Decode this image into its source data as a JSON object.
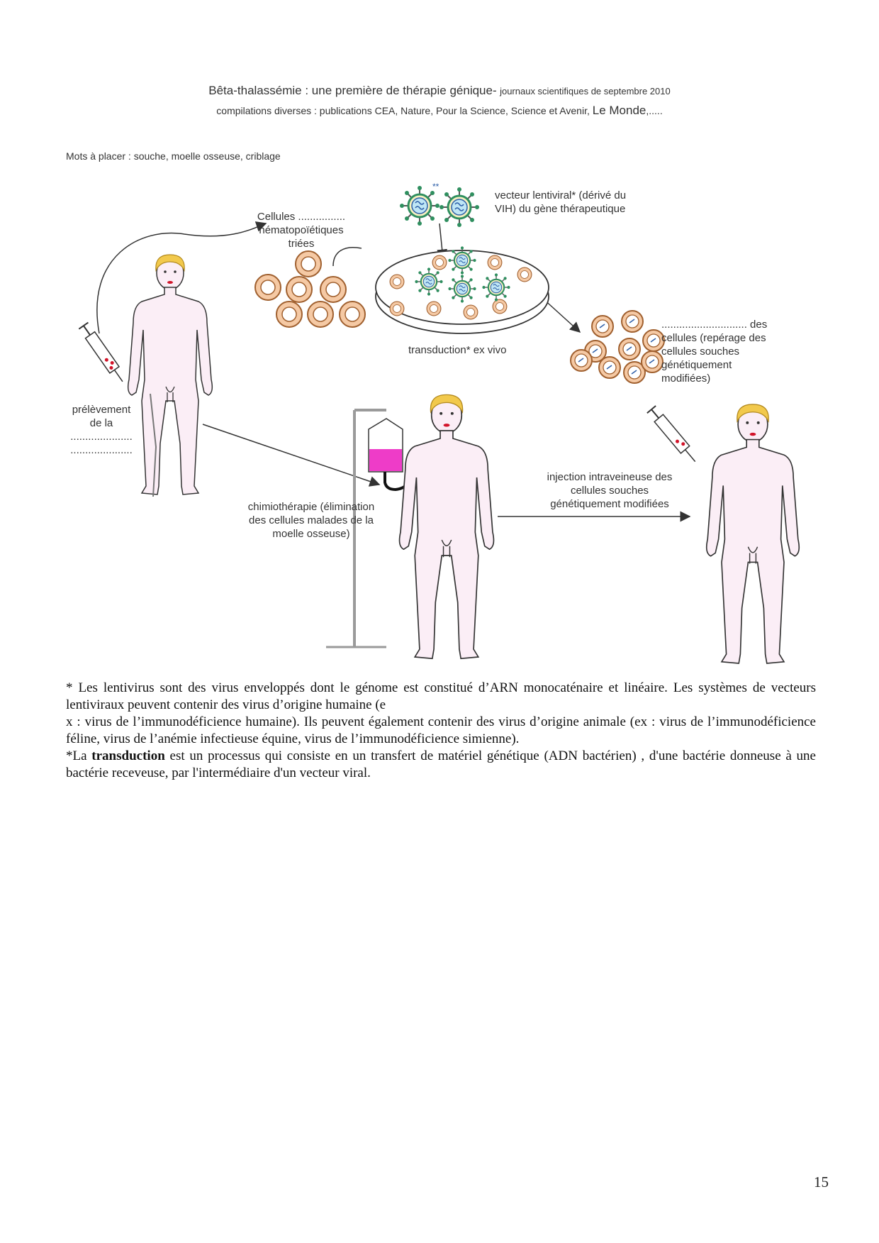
{
  "header": {
    "title_main": "Bêta-thalassémie : une première de thérapie génique-",
    "title_source": "journaux scientifiques de septembre 2010",
    "subtitle": "compilations diverses : publications CEA, Nature, Pour la Science, Science et Avenir,",
    "subtitle_lemonde": "Le Monde",
    "subtitle_end": ",....."
  },
  "words_to_place": "Mots à placer : souche, moelle osseuse, criblage",
  "labels": {
    "cells_line1": "Cellules ................",
    "cells_line2": "hématopoïétiques",
    "cells_line3": "triées",
    "vector_line1": "vecteur lentiviral* (dérivé du",
    "vector_line2": "VIH) du gène thérapeutique",
    "vector_mark": "**",
    "transduction": "transduction* ex vivo",
    "screening_line1": "............................. des",
    "screening_line2": "cellules (repérage des",
    "screening_line3": "cellules souches",
    "screening_line4": "génétiquement",
    "screening_line5": "modifiées)",
    "sample_line1": "prélèvement",
    "sample_line2": "de la",
    "sample_line3": ".....................",
    "sample_line4": ".....................",
    "chemo_line1": "chimiothérapie (élimination",
    "chemo_line2": "des cellules malades de la",
    "chemo_line3": "moelle osseuse)",
    "injection_line1": "injection intraveineuse des",
    "injection_line2": "cellules souches",
    "injection_line3": "génétiquement modifiées"
  },
  "notes": {
    "note1": "* Les lentivirus  sont des virus enveloppés dont le génome est constitué d’ARN monocaténaire et linéaire. Les systèmes de vecteurs lentiviraux peuvent contenir des virus d’origine humaine (e",
    "note1b": "x : virus de l’immunodéficience humaine). Ils peuvent également contenir des virus d’origine animale (ex : virus de l’immunodéficience féline, virus de l’anémie infectieuse équine, virus de l’immunodéficience simienne).",
    "note2_start": "*La",
    "note2_bold": "transduction",
    "note2_end": "est un processus qui consiste en un transfert de matériel génétique (ADN bactérien)   , d'une bactérie donneuse à une bactérie receveuse, par l'intermédiaire d'un vecteur viral."
  },
  "page_number": "15",
  "colors": {
    "skin": "#fbeef6",
    "hair": "#f2c94c",
    "cell_fill": "#f5c9a4",
    "cell_stroke": "#b06a3a",
    "iv_liquid": "#ee3cc8",
    "virus_core": "#2f8f5f",
    "pole": "#9a9a9a"
  }
}
